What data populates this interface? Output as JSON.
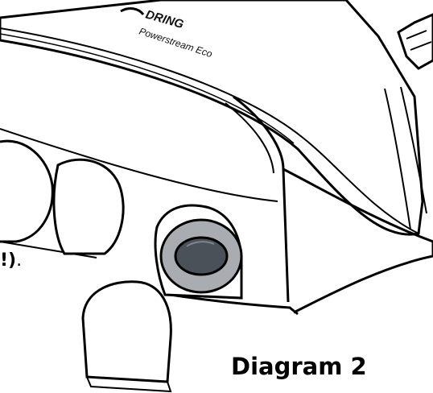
{
  "device": {
    "brand": "DRING",
    "model": "Powerstream Eco"
  },
  "cropped_text": {
    "main": "!)",
    "trail": "."
  },
  "caption": "Diagram 2",
  "colors": {
    "outline": "#000000",
    "background": "#ffffff",
    "lens_outer": "#a9acb0",
    "lens_inner": "#4a5158"
  }
}
